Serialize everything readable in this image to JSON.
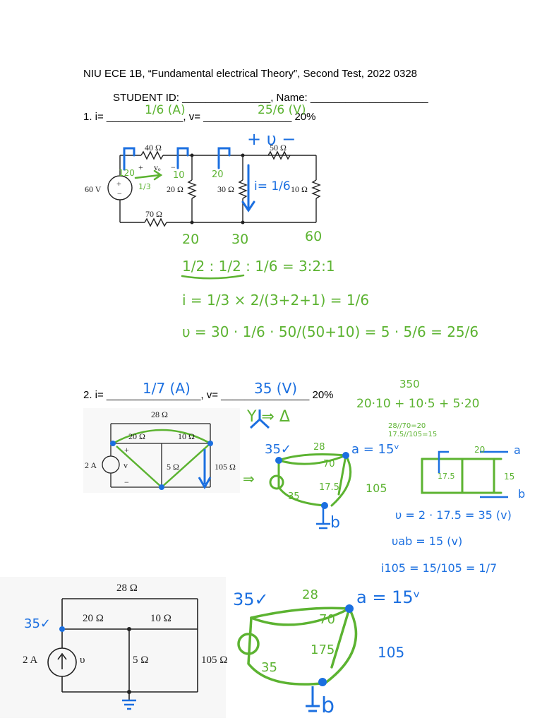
{
  "header": {
    "title": "NIU ECE 1B, “Fundamental electrical Theory”,   Second Test, 2022 0328",
    "student_line": "STUDENT ID: _______________, Name: ____________________"
  },
  "q1": {
    "prompt": "1.  i= _____________,  v= _______________ 20%",
    "answer_i": "1/6 (A)",
    "answer_v": "25/6 (V)",
    "labels": {
      "r40": "40 Ω",
      "r50": "50 Ω",
      "r20": "20 Ω",
      "r30": "30 Ω",
      "r10": "10 Ω",
      "r70": "70 Ω",
      "src": "60 V",
      "vo": "vₒ",
      "plus": "+",
      "minus": "−"
    },
    "handwriting": {
      "v_sign": "+ υ −",
      "i_label": "i= 1/6",
      "c120": "120",
      "c10": "10",
      "c20": "20",
      "c13": "1/3",
      "n20": "20",
      "n30": "30",
      "n60": "60",
      "eq1": "1/2 : 1/2 : 1/6 = 3:2:1",
      "eq2": "i = 1/3 × 2/(3+2+1) = 1/6",
      "eq3": "υ = 30 · 1/6 · 50/(50+10) = 5 · 5/6 = 25/6"
    }
  },
  "q2": {
    "prompt": "2.  i= ________________,  v= _______________ 20%",
    "answer_i": "1/7 (A)",
    "answer_v": "35 (V)",
    "labels": {
      "r28": "28 Ω",
      "r20": "20 Ω",
      "r10": "10 Ω",
      "r5": "5 Ω",
      "r105": "105 Ω",
      "src": "2 A",
      "v": "v",
      "plus": "+",
      "minus": "−"
    },
    "handwriting": {
      "transform": "Y ⇒ Δ",
      "calc_top": "20·10 + 10·5 + 5·20",
      "calc_350": "350",
      "calc_bottom1": "28//70=20",
      "calc_bottom2": "17.5//105=15",
      "v35": "35✓",
      "a15": "a = 15ᵛ",
      "b": "b",
      "w28": "28",
      "w70": "70",
      "w175": "17.5",
      "w35": "35",
      "w105": "105",
      "eq_v": "υ = 2 · 17.5 = 35 (v)",
      "eq_vab": "υab = 15 (v)",
      "eq_i": "i105 = 15/105 = 1/7",
      "small_a": "a",
      "small_b": "b",
      "small_20": "20",
      "small_15": "15",
      "small_175": "17.5"
    }
  },
  "zoom": {
    "labels": {
      "r28": "28 Ω",
      "r20": "20 Ω",
      "r10": "10 Ω",
      "r5": "5 Ω",
      "r105": "105 Ω",
      "src": "2 A",
      "v": "υ"
    },
    "handwriting": {
      "v35_left": "35✓",
      "v35": "35✓",
      "a15": "a = 15ᵛ",
      "b": "b",
      "w28": "28",
      "w70": "70",
      "w175": "175",
      "w35": "35",
      "w105": "105"
    }
  }
}
